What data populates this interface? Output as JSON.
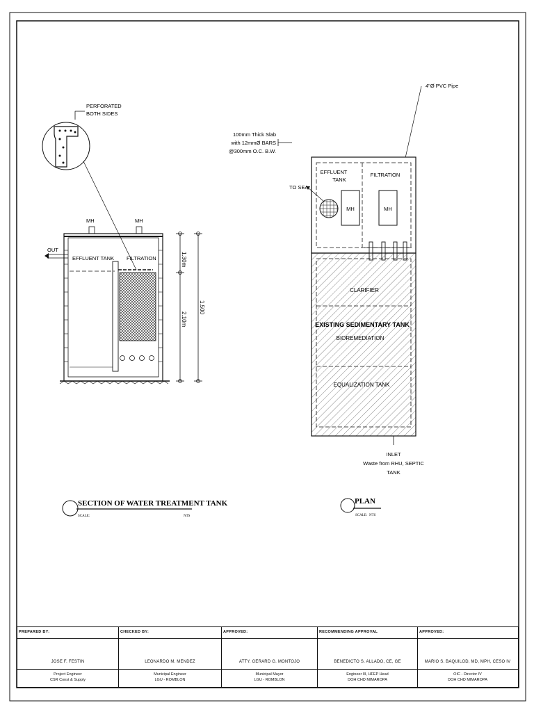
{
  "section": {
    "title": "SECTION OF WATER TREATMENT TANK",
    "scale_label": "SCALE:",
    "scale_value": "NTS",
    "labels": {
      "perforated_line1": "PERFORATED",
      "perforated_line2": "BOTH SIDES",
      "mh_left": "MH",
      "mh_right": "MH",
      "out": "OUT",
      "effluent_tank": "EFFLUENT TANK",
      "filtration": "FILTRATION"
    },
    "dimensions": {
      "upper": "1.30m",
      "lower": "2.10m",
      "overall": "1.500"
    }
  },
  "plan": {
    "title": "PLAN",
    "scale_label": "SCALE:",
    "scale_value": "NTS",
    "labels": {
      "pvc_pipe": "4\"Ø PVC Pipe",
      "slab_line1": "100mm Thick Slab",
      "slab_line2": "with 12mmØ BARS",
      "slab_line3": "@300mm O.C. B.W.",
      "to_sea": "TO SEA",
      "effluent_line1": "EFFLUENT",
      "effluent_line2": "TANK",
      "filtration": "FILTRATION",
      "mh_left": "MH",
      "mh_right": "MH",
      "clarifier": "CLARIFIER",
      "existing": "EXISTING SEDIMENTARY TANK",
      "bioremediation": "BIOREMEDIATION",
      "equalization": "EQUALIZATION TANK",
      "inlet_line1": "INLET",
      "inlet_line2": "Waste from RHU, SEPTIC",
      "inlet_line3": "TANK"
    }
  },
  "title_block": [
    {
      "header": "PREPARED BY:",
      "name": "JOSE F. FESTIN",
      "position_line1": "Project Engineer",
      "position_line2": "CSR Const & Supply"
    },
    {
      "header": "CHECKED BY:",
      "name": "LEONARDO M. MENDEZ",
      "position_line1": "Municipal Engineer",
      "position_line2": "LGU - ROMBLON"
    },
    {
      "header": "APPROVED:",
      "name": "ATTY. GERARD G. MONTOJO",
      "position_line1": "Municipal Mayor",
      "position_line2": "LGU - ROMBLON"
    },
    {
      "header": "RECOMMENDING APPROVAL",
      "name": "BENEDICTO S. ALLADO, CE, GE",
      "position_line1": "Engineer III, HFEP Head",
      "position_line2": "DOH CHD MIMAROPA"
    },
    {
      "header": "APPROVED:",
      "name": "MARIO S. BAQUILOD, MD, MPH, CESO IV",
      "position_line1": "OIC - Director IV",
      "position_line2": "DOH CHD MIMAROPA"
    }
  ]
}
